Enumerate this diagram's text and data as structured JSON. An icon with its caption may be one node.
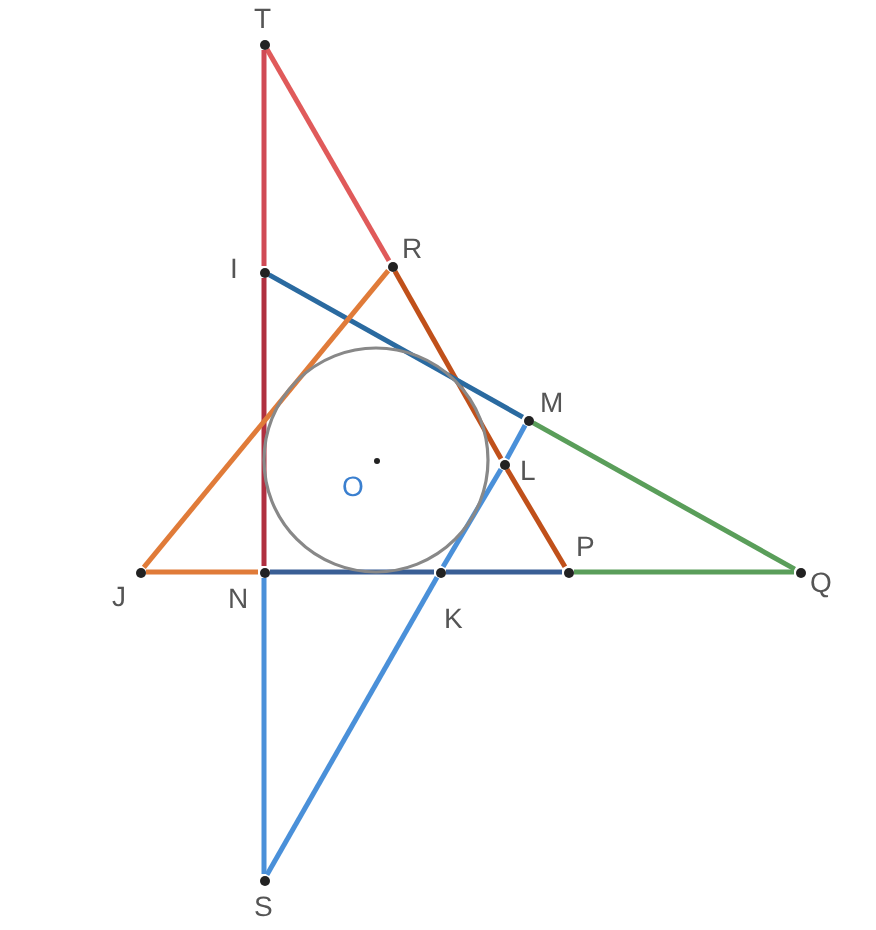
{
  "diagram": {
    "nodes": [
      {
        "text": [
          "T"
        ]
      },
      {
        "text": [
          "R"
        ]
      },
      {
        "text": [
          "I"
        ]
      },
      {
        "text": [
          "M"
        ]
      },
      {
        "text": [
          "O"
        ]
      },
      {
        "text": [
          "L"
        ]
      },
      {
        "text": [
          "J"
        ]
      },
      {
        "text": [
          "N"
        ]
      },
      {
        "text": [
          "P"
        ]
      },
      {
        "text": [
          "Q"
        ]
      },
      {
        "text": [
          "K"
        ]
      },
      {
        "text": [
          "S"
        ]
      }
    ],
    "edges": [
      {
        "from": 0,
        "to": 1,
        "arrow": "none",
        "color": "#e05a5a"
      },
      {
        "from": 1,
        "to": 5,
        "arrow": "none",
        "color": "#c0501a"
      },
      {
        "from": 5,
        "to": 8,
        "arrow": "none",
        "color": "#c0501a"
      },
      {
        "from": 0,
        "to": 2,
        "arrow": "none",
        "color": "#d04a55"
      },
      {
        "from": 2,
        "to": 7,
        "arrow": "none",
        "color": "#b03040"
      },
      {
        "from": 2,
        "to": 3,
        "arrow": "none",
        "color": "#2a6aa0"
      },
      {
        "from": 3,
        "to": 9,
        "arrow": "none",
        "color": "#5a9e5a"
      },
      {
        "from": 6,
        "to": 1,
        "arrow": "none",
        "color": "#e07b39"
      },
      {
        "from": 6,
        "to": 7,
        "arrow": "none",
        "color": "#e07b39"
      },
      {
        "from": 7,
        "to": 10,
        "arrow": "none",
        "color": "#3a5f95"
      },
      {
        "from": 10,
        "to": 8,
        "arrow": "none",
        "color": "#3a5f95"
      },
      {
        "from": 8,
        "to": 9,
        "arrow": "none",
        "color": "#5a9e5a"
      },
      {
        "from": 7,
        "to": 11,
        "arrow": "none"
      },
      {
        "from": 11,
        "to": 10,
        "arrow": "none"
      },
      {
        "from": 10,
        "to": 5,
        "arrow": "none"
      },
      {
        "from": 5,
        "to": 3,
        "arrow": "none"
      }
    ]
  }
}
